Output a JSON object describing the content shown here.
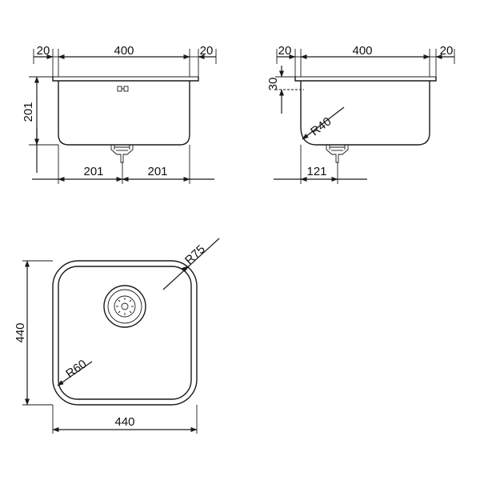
{
  "front_view": {
    "rim_left": "20",
    "width": "400",
    "rim_right": "20",
    "depth": "201",
    "half_left": "201",
    "half_right": "201"
  },
  "side_view": {
    "rim_left": "20",
    "width": "400",
    "rim_right": "20",
    "rim_height": "30",
    "bottom_radius": "R40",
    "drain_offset": "121"
  },
  "top_view": {
    "height": "440",
    "width": "440",
    "outer_radius": "R75",
    "inner_radius": "R60"
  }
}
